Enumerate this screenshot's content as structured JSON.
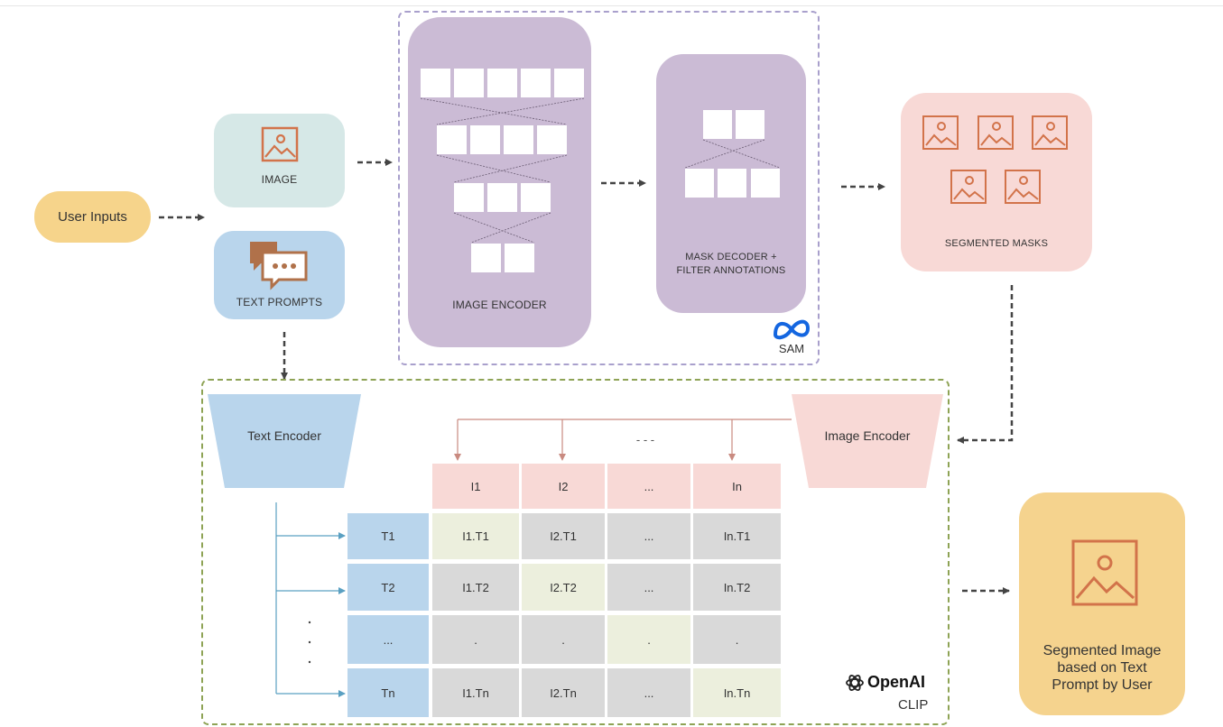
{
  "user_inputs": {
    "label": "User Inputs"
  },
  "image_input": {
    "label": "IMAGE"
  },
  "text_prompts": {
    "label": "TEXT PROMPTS"
  },
  "sam": {
    "image_encoder_label": "IMAGE ENCODER",
    "mask_decoder_label_line1": "MASK DECODER +",
    "mask_decoder_label_line2": "FILTER ANNOTATIONS",
    "badge_label": "SAM"
  },
  "segmented_masks": {
    "label": "SEGMENTED MASKS"
  },
  "clip": {
    "text_encoder_label": "Text Encoder",
    "image_encoder_label": "Image Encoder",
    "ellipsis": "- - -",
    "openai_label": "OpenAI",
    "clip_label": "CLIP"
  },
  "matrix": {
    "columns": [
      "I1",
      "I2",
      "...",
      "In"
    ],
    "rows": [
      "T1",
      "T2",
      "...",
      "Tn"
    ],
    "cells": [
      [
        "I1.T1",
        "I2.T1",
        "...",
        "In.T1"
      ],
      [
        "I1.T2",
        "I2.T2",
        "...",
        "In.T2"
      ],
      [
        ".",
        ".",
        ".",
        "."
      ],
      [
        "I1.Tn",
        "I2.Tn",
        "...",
        "In.Tn"
      ]
    ]
  },
  "result": {
    "label_line1": "Segmented Image",
    "label_line2": "based on Text",
    "label_line3": "Prompt by User"
  },
  "colors": {
    "user_inputs": "#f6d48b",
    "image_box": "#d6e8e7",
    "text_box": "#b9d5ec",
    "sam_blocks": "#cbbbd5",
    "segmented": "#f8d9d6",
    "matrix_col_header": "#f8d9d6",
    "matrix_row_header": "#b9d5ec",
    "matrix_diag": "#ecefdd",
    "matrix_cell": "#d9d9d9",
    "result": "#f5d38e",
    "icon_orange": "#d2734a"
  }
}
